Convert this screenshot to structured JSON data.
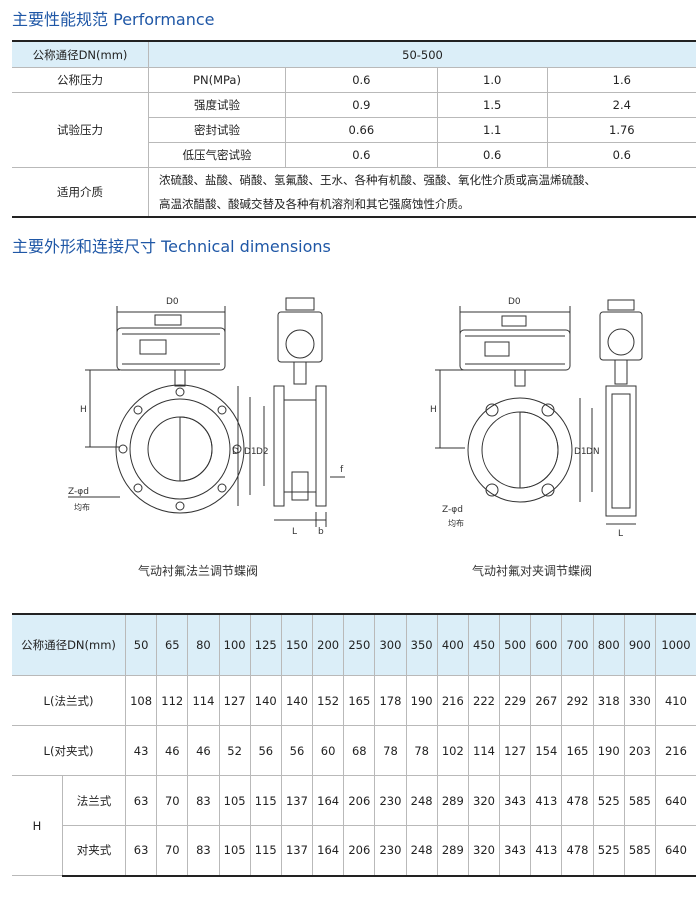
{
  "performance": {
    "title_cn": "主要性能规范",
    "title_en": "Performance",
    "dn_label": "公称通径DN(mm)",
    "dn_range": "50-500",
    "pressure_label": "公称压力",
    "pn_label": "PN(MPa)",
    "pn_values": [
      "0.6",
      "1.0",
      "1.6"
    ],
    "test_label": "试验压力",
    "tests": [
      {
        "name": "强度试验",
        "values": [
          "0.9",
          "1.5",
          "2.4"
        ]
      },
      {
        "name": "密封试验",
        "values": [
          "0.66",
          "1.1",
          "1.76"
        ]
      },
      {
        "name": "低压气密试验",
        "values": [
          "0.6",
          "0.6",
          "0.6"
        ]
      }
    ],
    "media_label": "适用介质",
    "media_line1": "浓硫酸、盐酸、硝酸、氢氟酸、王水、各种有机酸、强酸、氧化性介质或高温烯硫酸、",
    "media_line2": "高温浓醋酸、酸碱交替及各种有机溶剂和其它强腐蚀性介质。"
  },
  "dimensions": {
    "title_cn": "主要外形和连接尺寸",
    "title_en": "Technical dimensions",
    "caption_left": "气动衬氟法兰调节蝶阀",
    "caption_right": "气动衬氟对夹调节蝶阀",
    "drawing_labels": {
      "d0": "D0",
      "h": "H",
      "d": "D",
      "d1": "D1",
      "d2": "D2",
      "dn": "DN",
      "l": "L",
      "b": "b",
      "f": "f",
      "zphi": "Z-φd",
      "even": "均布"
    },
    "table": {
      "dn_label": "公称通径DN(mm)",
      "dn": [
        "50",
        "65",
        "80",
        "100",
        "125",
        "150",
        "200",
        "250",
        "300",
        "350",
        "400",
        "450",
        "500",
        "600",
        "700",
        "800",
        "900",
        "1000"
      ],
      "l_flange_label": "L(法兰式)",
      "l_flange": [
        "108",
        "112",
        "114",
        "127",
        "140",
        "140",
        "152",
        "165",
        "178",
        "190",
        "216",
        "222",
        "229",
        "267",
        "292",
        "318",
        "330",
        "410"
      ],
      "l_wafer_label": "L(对夹式)",
      "l_wafer": [
        "43",
        "46",
        "46",
        "52",
        "56",
        "56",
        "60",
        "68",
        "78",
        "78",
        "102",
        "114",
        "127",
        "154",
        "165",
        "190",
        "203",
        "216"
      ],
      "h_label": "H",
      "h_flange_label": "法兰式",
      "h_flange": [
        "63",
        "70",
        "83",
        "105",
        "115",
        "137",
        "164",
        "206",
        "230",
        "248",
        "289",
        "320",
        "343",
        "413",
        "478",
        "525",
        "585",
        "640"
      ],
      "h_wafer_label": "对夹式",
      "h_wafer": [
        "63",
        "70",
        "83",
        "105",
        "115",
        "137",
        "164",
        "206",
        "230",
        "248",
        "289",
        "320",
        "343",
        "413",
        "478",
        "525",
        "585",
        "640"
      ]
    }
  }
}
